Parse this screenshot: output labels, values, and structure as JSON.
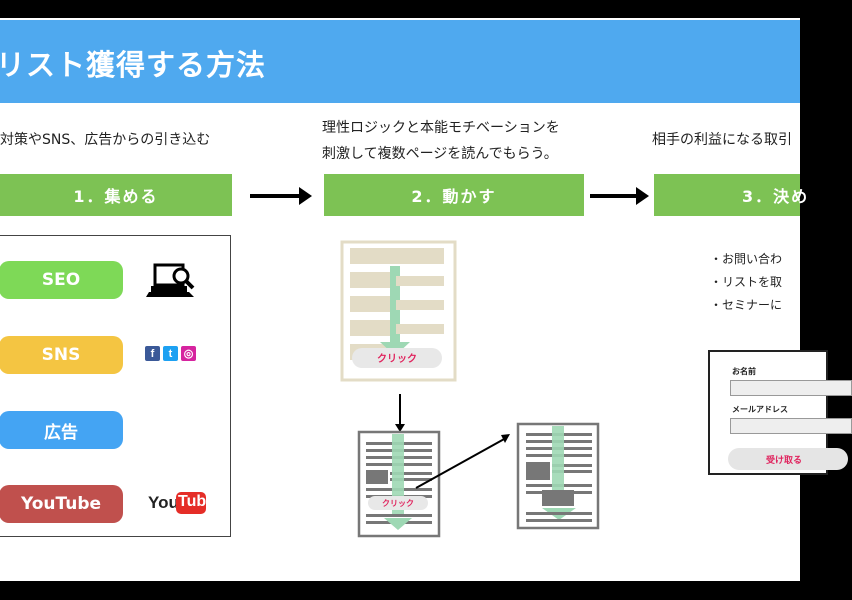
{
  "slide": {
    "title": "リスト獲得する方法"
  },
  "steps": [
    {
      "description": [
        "対策やSNS、広告からの引き込む"
      ],
      "label": "1．集める"
    },
    {
      "description": [
        "理性ロジックと本能モチベーションを",
        "刺激して複数ページを読んでもらう。"
      ],
      "label": "2．動かす"
    },
    {
      "description": [
        "相手の利益になる取引"
      ],
      "label": "3．決め"
    }
  ],
  "channels": [
    {
      "label": "SEO",
      "color": "#7ed957",
      "icon": "laptop-search-icon"
    },
    {
      "label": "SNS",
      "color": "#f4c542",
      "icon": "social-icons"
    },
    {
      "label": "広告",
      "color": "#44a4f3",
      "icon": ""
    },
    {
      "label": "YouTube",
      "color": "#c0504d",
      "icon": "youtube-logo"
    }
  ],
  "social_icons": [
    {
      "glyph": "f",
      "color": "#3b5998",
      "name": "facebook-icon"
    },
    {
      "glyph": "t",
      "color": "#1da1f2",
      "name": "twitter-icon"
    },
    {
      "glyph": "◎",
      "color": "#d6249f",
      "name": "instagram-icon"
    }
  ],
  "youtube_logo": {
    "you": "You",
    "tube": "Tube"
  },
  "click_label": "クリック",
  "bullets": [
    "・お問い合わ",
    "・リストを取",
    "・セミナーに"
  ],
  "form": {
    "name_label": "お名前",
    "email_label": "メールアドレス",
    "submit_label": "受け取る"
  },
  "colors": {
    "title_bar": "#4fa9ef",
    "step_bar": "#7dc254",
    "accent_red": "#e0245e",
    "flow_green": "#9ed8b4",
    "block_beige": "#e3dcc6"
  }
}
